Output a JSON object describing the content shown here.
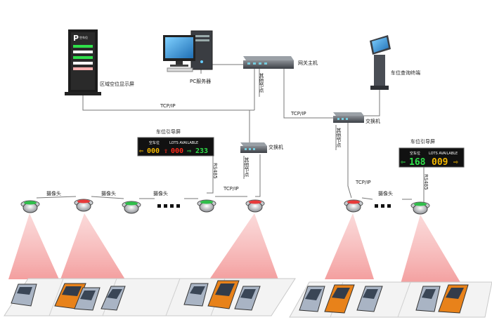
{
  "labels": {
    "zone_display": "区域空位显示屏",
    "pc_server": "PC服务器",
    "gateway_host": "网关主机",
    "query_terminal": "车位查询终端",
    "tcpip_left": "TCP/IP",
    "tcpip_right": "TCP/IP",
    "tcpip_mid": "TCP/IP",
    "tcpip_right2": "TCP/IP",
    "switch_mid": "交换机",
    "switch_right": "交换机",
    "aux_node_1": "其他节点",
    "aux_node_2": "其他节点",
    "aux_node_3": "其他节点",
    "guide_screen_left": "车位引导屏",
    "guide_screen_right": "车位引导屏",
    "rs485_left": "RS485",
    "rs485_right": "RS485",
    "camera_1": "摄像头",
    "camera_2": "摄像头",
    "camera_3": "摄像头",
    "camera_4": "摄像头"
  },
  "sign_left": {
    "header_left": "空车位",
    "header_right": "LOTS AVAILABLE",
    "value_yellow": "000",
    "value_red": "000",
    "value_green": "233"
  },
  "sign_right": {
    "header_left": "空车位",
    "header_right": "LOTS AVAILABLE",
    "value_green": "168",
    "value_yellow": "009"
  },
  "kiosk_panel": {
    "header": "空车位",
    "marker": "P"
  },
  "colors": {
    "camera_beam": "#f4a6a6",
    "led_green": "#2fe04a",
    "led_red": "#ff2a1a",
    "led_yellow": "#f4b800",
    "car_orange": "#e8821a",
    "car_silver": "#a9b4c4"
  },
  "icons": {
    "gateway": "network-gateway-icon",
    "switch": "network-switch-icon",
    "camera": "dome-camera-icon",
    "pc": "desktop-computer-icon",
    "kiosk": "query-kiosk-icon",
    "display_pillar": "zone-display-pillar-icon",
    "car": "car-icon"
  }
}
